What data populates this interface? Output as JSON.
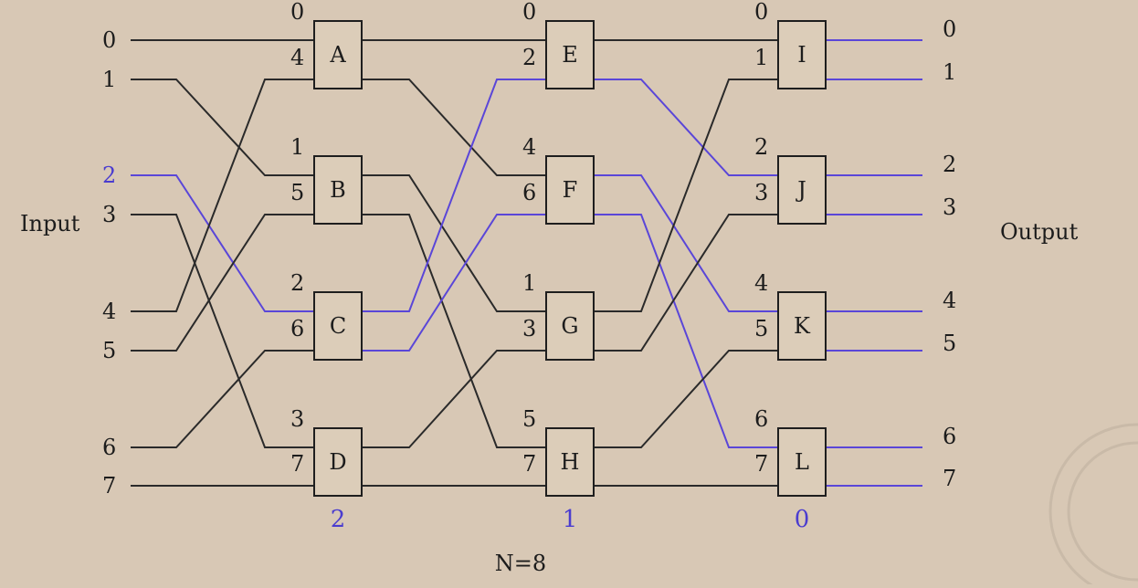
{
  "diagram": {
    "labels": {
      "input": "Input",
      "output": "Output",
      "n": "N=8"
    },
    "inputs": [
      "0",
      "1",
      "2",
      "3",
      "4",
      "5",
      "6",
      "7"
    ],
    "outputs": [
      "0",
      "1",
      "2",
      "3",
      "4",
      "5",
      "6",
      "7"
    ],
    "highlight_input": "2",
    "boxes": [
      {
        "id": "A",
        "ports": [
          "0",
          "4"
        ]
      },
      {
        "id": "B",
        "ports": [
          "1",
          "5"
        ]
      },
      {
        "id": "C",
        "ports": [
          "2",
          "6"
        ]
      },
      {
        "id": "D",
        "ports": [
          "3",
          "7"
        ]
      },
      {
        "id": "E",
        "ports": [
          "0",
          "2"
        ]
      },
      {
        "id": "F",
        "ports": [
          "4",
          "6"
        ]
      },
      {
        "id": "G",
        "ports": [
          "1",
          "3"
        ]
      },
      {
        "id": "H",
        "ports": [
          "5",
          "7"
        ]
      },
      {
        "id": "I",
        "ports": [
          "0",
          "1"
        ]
      },
      {
        "id": "J",
        "ports": [
          "2",
          "3"
        ]
      },
      {
        "id": "K",
        "ports": [
          "4",
          "5"
        ]
      },
      {
        "id": "L",
        "ports": [
          "6",
          "7"
        ]
      }
    ],
    "stage_numbers": [
      "2",
      "1",
      "0"
    ],
    "colors": {
      "background": "#d8c8b5",
      "highlight": "#4a3ccf",
      "wire": "#2a2a2a"
    }
  }
}
